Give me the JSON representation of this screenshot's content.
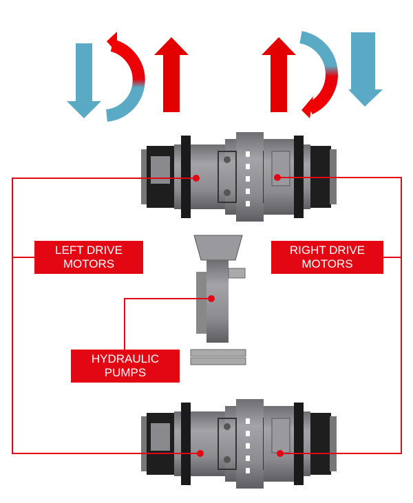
{
  "labels": {
    "left_drive_motors": [
      "LEFT DRIVE",
      "MOTORS"
    ],
    "right_drive_motors": [
      "RIGHT DRIVE",
      "MOTORS"
    ],
    "hydraulic_pumps": [
      "HYDRAULIC",
      "PUMPS"
    ]
  },
  "colors": {
    "red": "#e30613",
    "blue": "#5aaac6",
    "motor_gray": "#8a8a8e",
    "dark": "#1a1a1a"
  },
  "icons": [
    "arrow-down-icon",
    "rotate-counterclockwise-icon",
    "arrow-up-icon",
    "rotate-clockwise-icon"
  ]
}
